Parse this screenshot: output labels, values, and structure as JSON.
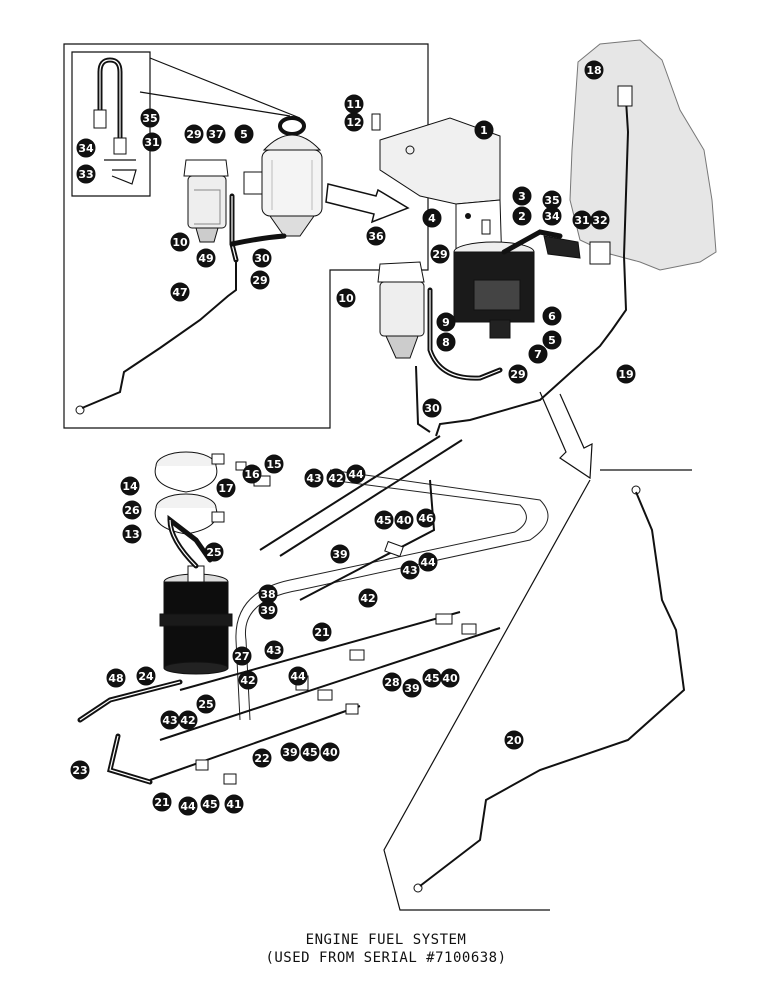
{
  "caption": {
    "line1": "ENGINE FUEL SYSTEM",
    "line2": "(USED FROM SERIAL #7100638)"
  },
  "callouts": [
    {
      "id": "c1",
      "label": "1"
    },
    {
      "id": "c2",
      "label": "2"
    },
    {
      "id": "c3",
      "label": "3"
    },
    {
      "id": "c4",
      "label": "4"
    },
    {
      "id": "c5a",
      "label": "5"
    },
    {
      "id": "c5b",
      "label": "5"
    },
    {
      "id": "c6",
      "label": "6"
    },
    {
      "id": "c7",
      "label": "7"
    },
    {
      "id": "c8",
      "label": "8"
    },
    {
      "id": "c9",
      "label": "9"
    },
    {
      "id": "c10a",
      "label": "10"
    },
    {
      "id": "c10b",
      "label": "10"
    },
    {
      "id": "c11",
      "label": "11"
    },
    {
      "id": "c12",
      "label": "12"
    },
    {
      "id": "c13",
      "label": "13"
    },
    {
      "id": "c14",
      "label": "14"
    },
    {
      "id": "c15",
      "label": "15"
    },
    {
      "id": "c16",
      "label": "16"
    },
    {
      "id": "c17",
      "label": "17"
    },
    {
      "id": "c18",
      "label": "18"
    },
    {
      "id": "c19",
      "label": "19"
    },
    {
      "id": "c20",
      "label": "20"
    },
    {
      "id": "c21a",
      "label": "21"
    },
    {
      "id": "c21b",
      "label": "21"
    },
    {
      "id": "c22",
      "label": "22"
    },
    {
      "id": "c23",
      "label": "23"
    },
    {
      "id": "c24",
      "label": "24"
    },
    {
      "id": "c25a",
      "label": "25"
    },
    {
      "id": "c25b",
      "label": "25"
    },
    {
      "id": "c26",
      "label": "26"
    },
    {
      "id": "c27",
      "label": "27"
    },
    {
      "id": "c28",
      "label": "28"
    },
    {
      "id": "c29a",
      "label": "29"
    },
    {
      "id": "c29b",
      "label": "29"
    },
    {
      "id": "c29c",
      "label": "29"
    },
    {
      "id": "c29d",
      "label": "29"
    },
    {
      "id": "c30a",
      "label": "30"
    },
    {
      "id": "c30b",
      "label": "30"
    },
    {
      "id": "c31a",
      "label": "31"
    },
    {
      "id": "c31b",
      "label": "31"
    },
    {
      "id": "c32",
      "label": "32"
    },
    {
      "id": "c33",
      "label": "33"
    },
    {
      "id": "c34a",
      "label": "34"
    },
    {
      "id": "c34b",
      "label": "34"
    },
    {
      "id": "c35a",
      "label": "35"
    },
    {
      "id": "c35b",
      "label": "35"
    },
    {
      "id": "c36",
      "label": "36"
    },
    {
      "id": "c37",
      "label": "37"
    },
    {
      "id": "c38",
      "label": "38"
    },
    {
      "id": "c39a",
      "label": "39"
    },
    {
      "id": "c39b",
      "label": "39"
    },
    {
      "id": "c39c",
      "label": "39"
    },
    {
      "id": "c39d",
      "label": "39"
    },
    {
      "id": "c40a",
      "label": "40"
    },
    {
      "id": "c40b",
      "label": "40"
    },
    {
      "id": "c40c",
      "label": "40"
    },
    {
      "id": "c41",
      "label": "41"
    },
    {
      "id": "c42a",
      "label": "42"
    },
    {
      "id": "c42b",
      "label": "42"
    },
    {
      "id": "c42c",
      "label": "42"
    },
    {
      "id": "c42d",
      "label": "42"
    },
    {
      "id": "c43a",
      "label": "43"
    },
    {
      "id": "c43b",
      "label": "43"
    },
    {
      "id": "c43c",
      "label": "43"
    },
    {
      "id": "c43d",
      "label": "43"
    },
    {
      "id": "c44a",
      "label": "44"
    },
    {
      "id": "c44b",
      "label": "44"
    },
    {
      "id": "c44c",
      "label": "44"
    },
    {
      "id": "c44d",
      "label": "44"
    },
    {
      "id": "c45a",
      "label": "45"
    },
    {
      "id": "c45b",
      "label": "45"
    },
    {
      "id": "c45c",
      "label": "45"
    },
    {
      "id": "c45d",
      "label": "45"
    },
    {
      "id": "c46",
      "label": "46"
    },
    {
      "id": "c47",
      "label": "47"
    },
    {
      "id": "c48",
      "label": "48"
    },
    {
      "id": "c49",
      "label": "49"
    }
  ]
}
